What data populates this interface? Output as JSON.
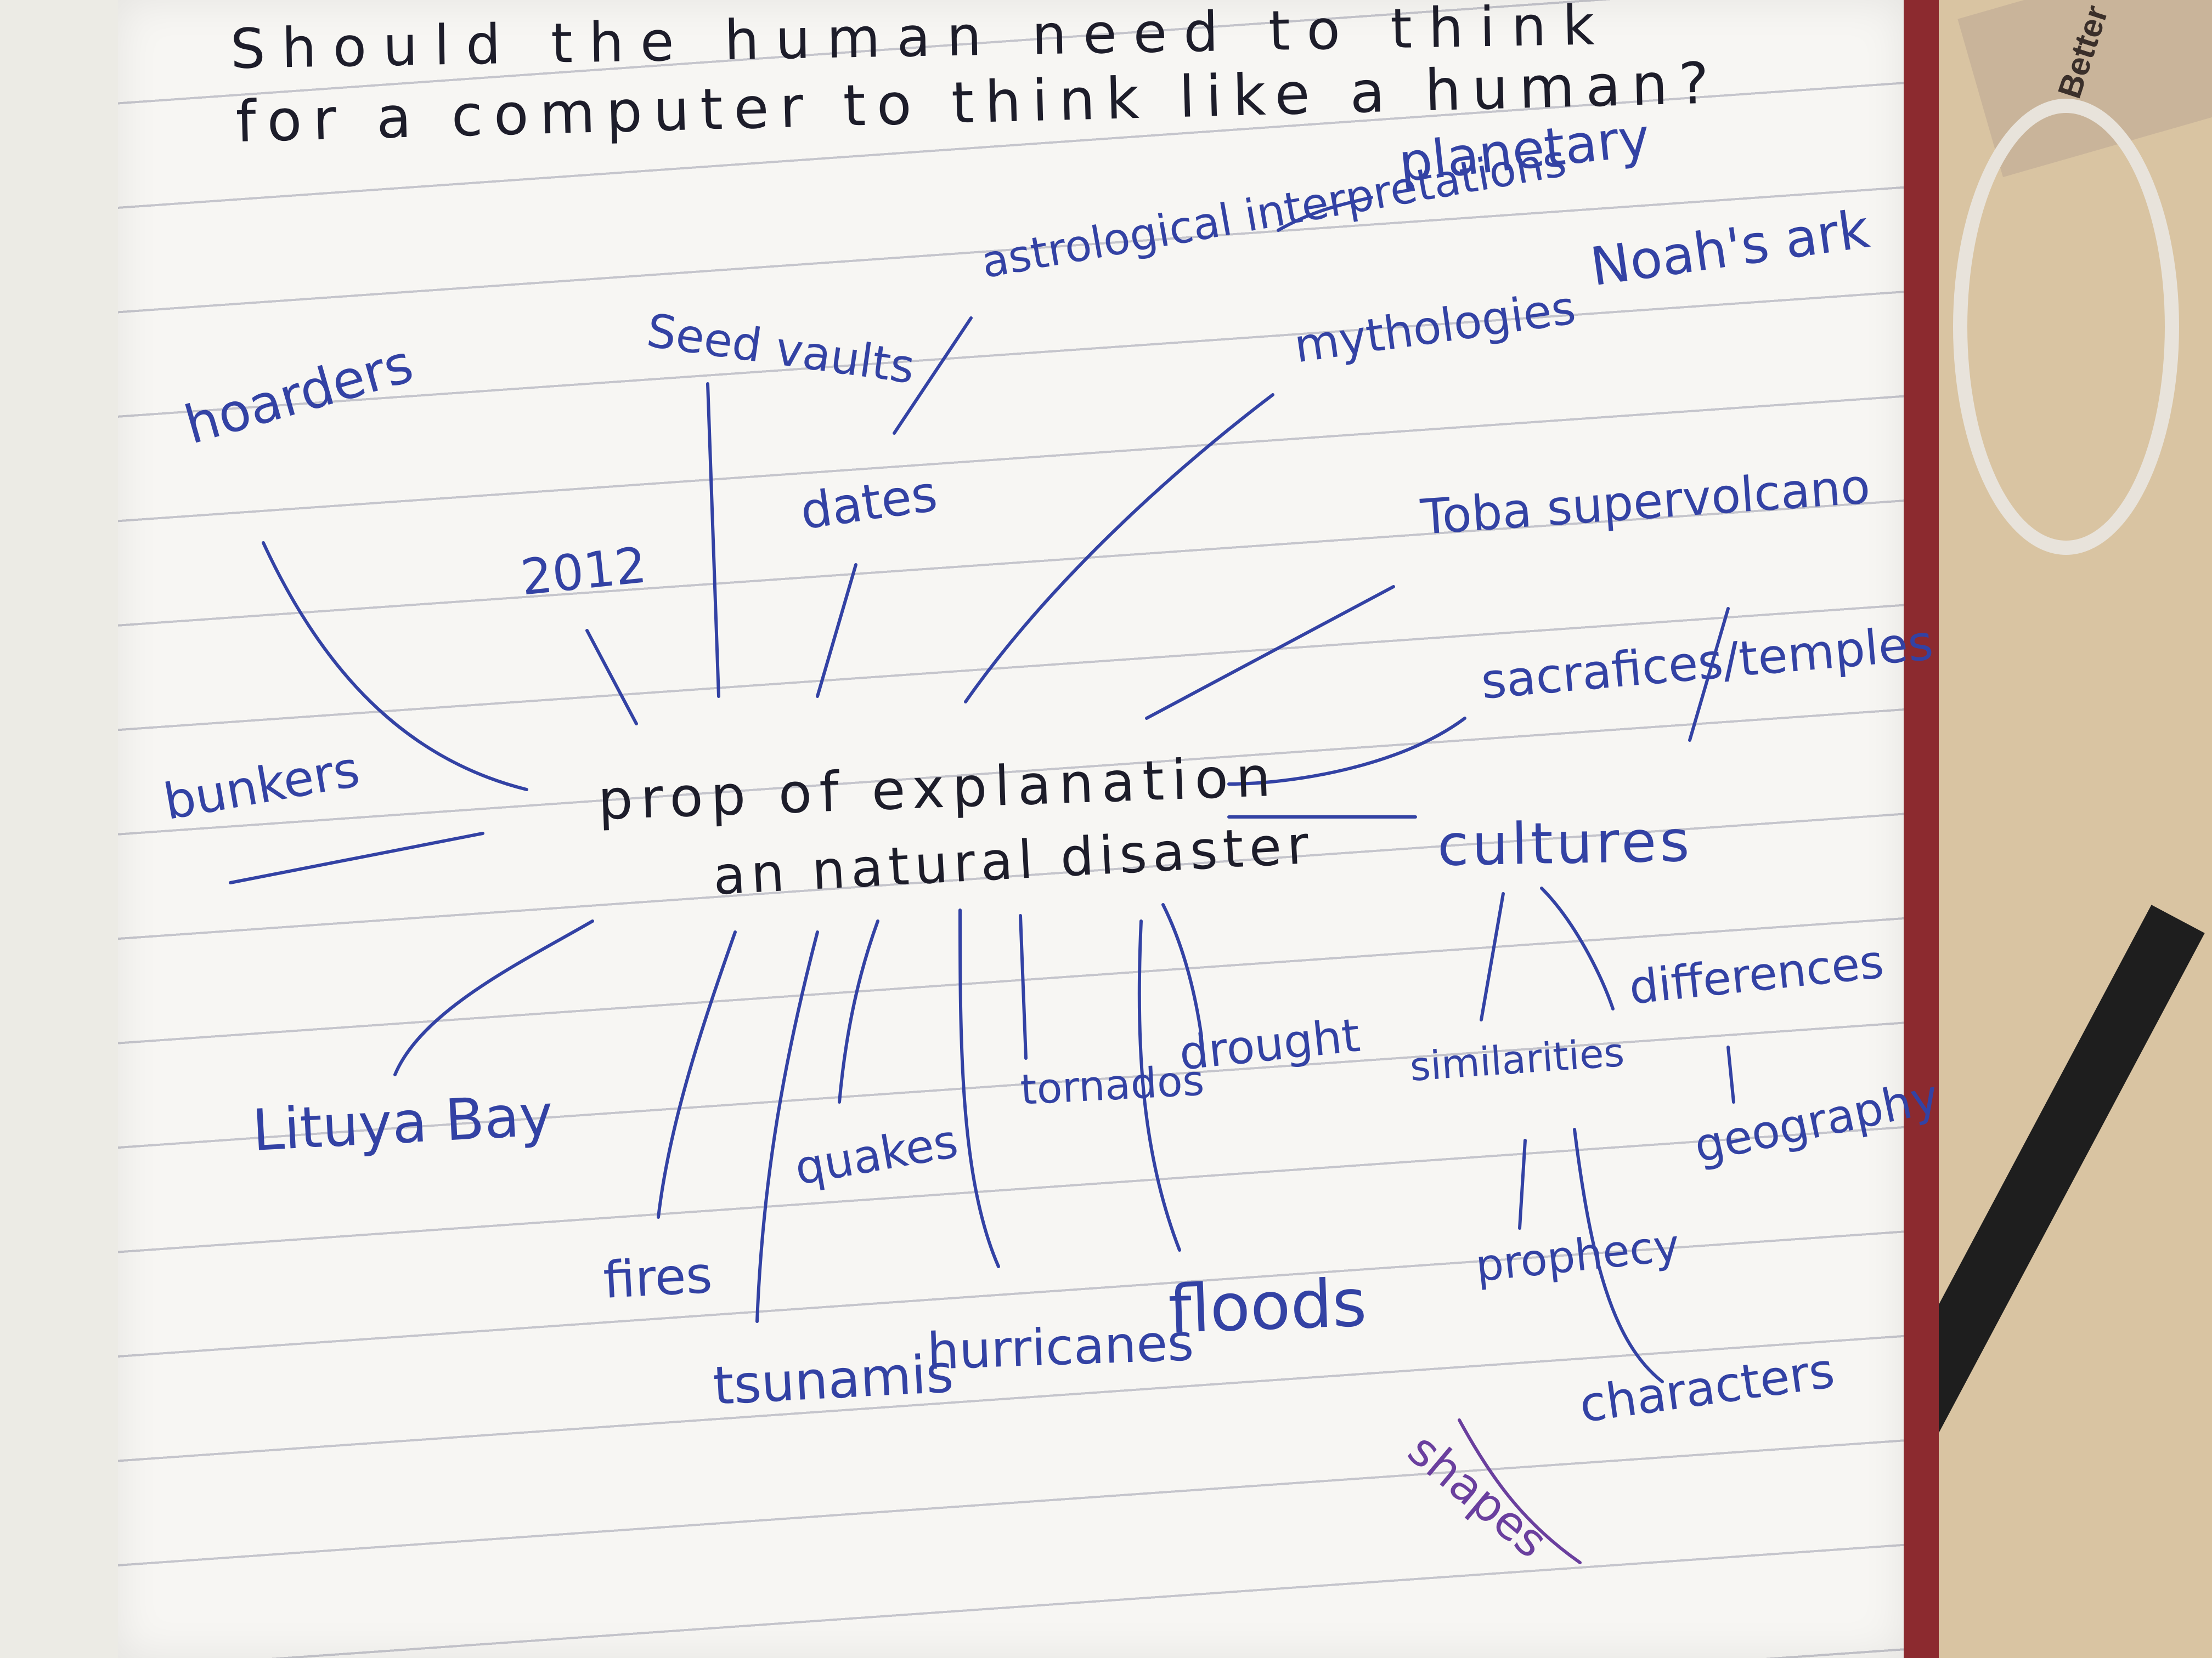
{
  "image": {
    "subject": "handwritten-notebook-mind-map",
    "ink_colors": {
      "blue": "#3342a4",
      "black": "#1d1d2a",
      "purple": "#6a3f9e"
    }
  },
  "heading": {
    "line1": "Should the human need to think",
    "line2": "for a computer to think like a human?"
  },
  "center": {
    "line1": "prop of explanation",
    "line2": "an natural disaster"
  },
  "nodes": {
    "hoarders": "hoarders",
    "seed_vaults": "Seed vaults",
    "astrological": "astrological interpretations",
    "planetary": "planetary",
    "noahs_ark": "Noah's ark",
    "mythologies": "mythologies",
    "dates": "dates",
    "y2012": "2012",
    "toba": "Toba supervolcano",
    "sacrifices": "sacrafices/temples",
    "bunkers": "bunkers",
    "cultures": "cultures",
    "similarities": "similarities",
    "differences": "differences",
    "geography": "geography",
    "prophecy": "prophecy",
    "characters": "characters",
    "shapes": "shapes",
    "lituya": "Lituya Bay",
    "fires": "fires",
    "quakes": "quakes",
    "tsunamis": "tsunamis",
    "hurricanes": "hurricanes",
    "tornados": "tornados",
    "drought": "drought",
    "floods": "floods"
  },
  "box_label": "Better"
}
